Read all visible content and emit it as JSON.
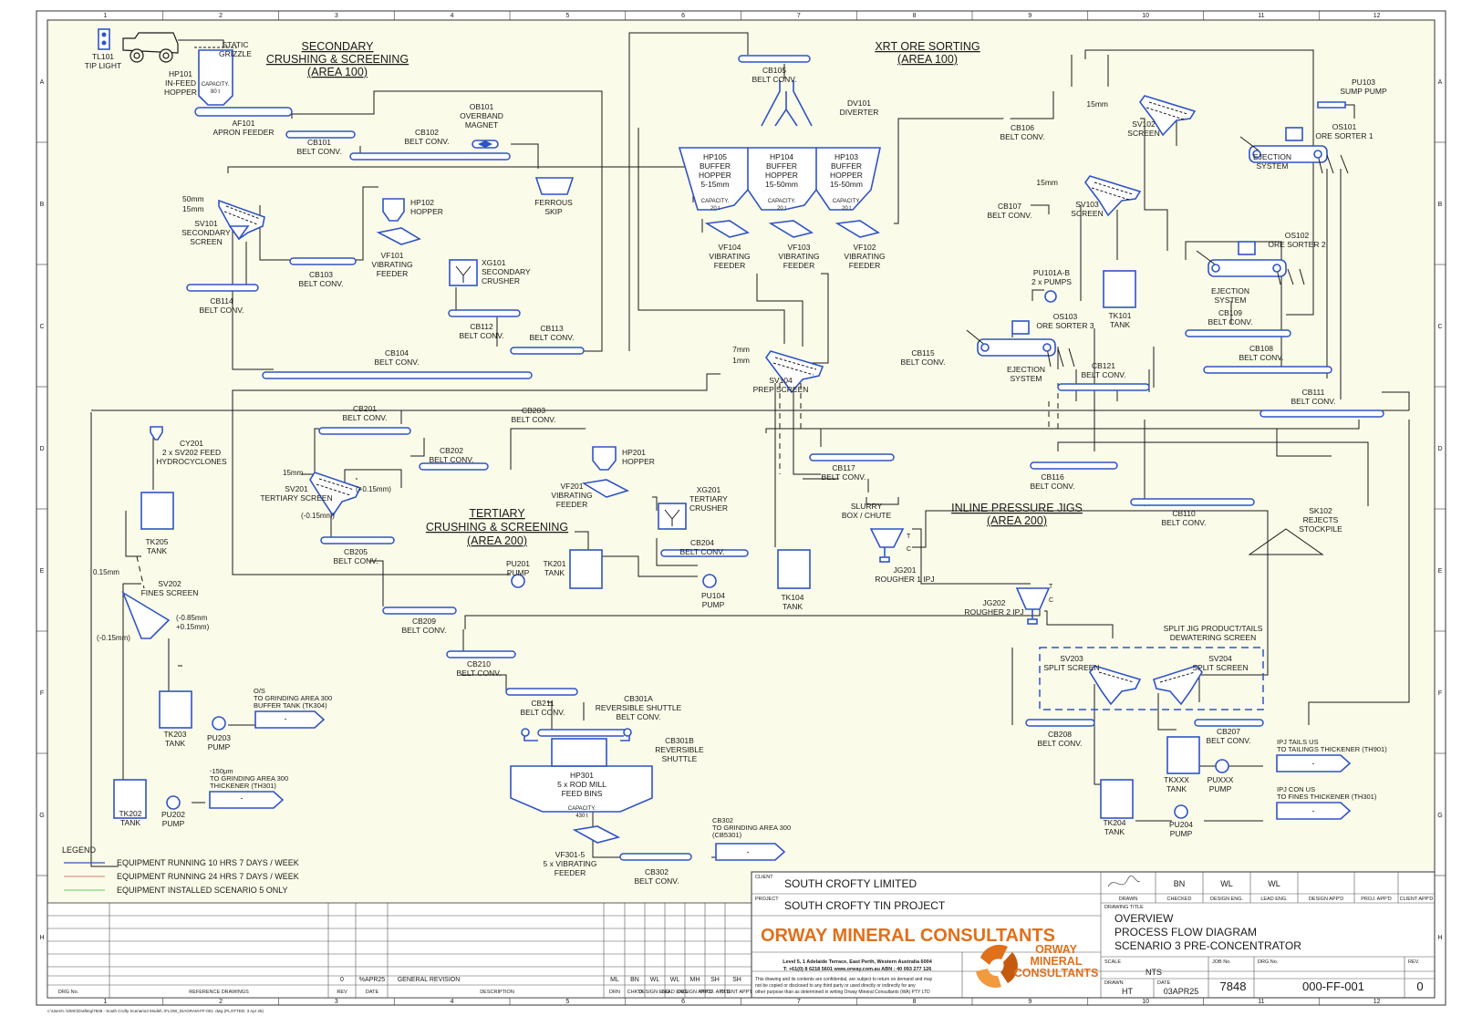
{
  "border": {
    "columns": [
      "1",
      "2",
      "3",
      "4",
      "5",
      "6",
      "7",
      "8",
      "9",
      "10",
      "11",
      "12"
    ],
    "rows": [
      "A",
      "B",
      "C",
      "D",
      "E",
      "F",
      "G",
      "H"
    ]
  },
  "sections": {
    "secondary_title": "SECONDARY",
    "secondary_title2": "CRUSHING & SCREENING",
    "secondary_area": "(AREA 100)",
    "xrt_title": "XRT ORE SORTING",
    "xrt_area": "(AREA 100)",
    "tertiary_title": "TERTIARY",
    "tertiary_title2": "CRUSHING & SCREENING",
    "tertiary_area": "(AREA 200)",
    "jigs_title": "INLINE PRESSURE JIGS",
    "jigs_area": "(AREA 200)"
  },
  "equipment": {
    "tl101": [
      "TL101",
      "TIP LIGHT"
    ],
    "grizzle": [
      "STATIC",
      "GRIZZLE"
    ],
    "hp101": [
      "HP101",
      "IN-FEED",
      "HOPPER"
    ],
    "hp101_cap": [
      "CAPACITY.",
      "80 t"
    ],
    "af101": [
      "AF101",
      "APRON FEEDER"
    ],
    "cb101": [
      "CB101",
      "BELT CONV."
    ],
    "cb102": [
      "CB102",
      "BELT CONV."
    ],
    "ob101": [
      "OB101",
      "OVERBAND",
      "MAGNET"
    ],
    "ferrous": [
      "FERROUS",
      "SKIP"
    ],
    "sv101": [
      "SV101",
      "SECONDARY",
      "SCREEN"
    ],
    "sv101_sizes": [
      "50mm",
      "15mm"
    ],
    "cb103": [
      "CB103",
      "BELT CONV."
    ],
    "hp102": [
      "HP102",
      "HOPPER"
    ],
    "vf101": [
      "VF101",
      "VIBRATING",
      "FEEDER"
    ],
    "xg101": [
      "XG101",
      "SECONDARY",
      "CRUSHER"
    ],
    "cb114": [
      "CB114",
      "BELT CONV."
    ],
    "cb112": [
      "CB112",
      "BELT CONV."
    ],
    "cb113": [
      "CB113",
      "BELT CONV."
    ],
    "cb104": [
      "CB104",
      "BELT CONV."
    ],
    "cb105": [
      "CB105",
      "BELT CONV."
    ],
    "dv101": [
      "DV101",
      "DIVERTER"
    ],
    "hp105": [
      "HP105",
      "BUFFER",
      "HOPPER",
      "5-15mm"
    ],
    "hp104": [
      "HP104",
      "BUFFER",
      "HOPPER",
      "15-50mm"
    ],
    "hp103": [
      "HP103",
      "BUFFER",
      "HOPPER",
      "15-50mm"
    ],
    "hopper_cap": [
      "CAPACITY.",
      "20 t"
    ],
    "vf104": [
      "VF104",
      "VIBRATING",
      "FEEDER"
    ],
    "vf103": [
      "VF103",
      "VIBRATING",
      "FEEDER"
    ],
    "vf102": [
      "VF102",
      "VIBRATING",
      "FEEDER"
    ],
    "cb106": [
      "CB106",
      "BELT CONV."
    ],
    "cb107": [
      "CB107",
      "BELT CONV."
    ],
    "sv102": [
      "SV102",
      "SCREEN"
    ],
    "sv103": [
      "SV103",
      "SCREEN"
    ],
    "size_15": "15mm",
    "pu103": [
      "PU103",
      "SUMP PUMP"
    ],
    "os101": [
      "OS101",
      "ORE SORTER 1"
    ],
    "ejection": [
      "EJECTION",
      "SYSTEM"
    ],
    "os102": [
      "OS102",
      "ORE SORTER 2"
    ],
    "os103": [
      "OS103",
      "ORE SORTER 3"
    ],
    "pu101": [
      "PU101A-B",
      "2 x PUMPS"
    ],
    "tk101": [
      "TK101",
      "TANK"
    ],
    "cb109": [
      "CB109",
      "BELT CONV."
    ],
    "cb108": [
      "CB108",
      "BELT CONV."
    ],
    "cb111": [
      "CB111",
      "BELT CONV."
    ],
    "cb121": [
      "CB121",
      "BELT CONV."
    ],
    "cb115": [
      "CB115",
      "BELT CONV."
    ],
    "sv104": [
      "SV104",
      "PREP SCREEN"
    ],
    "sv104_sizes": [
      "7mm",
      "1mm"
    ],
    "cb201": [
      "CB201",
      "BELT CONV."
    ],
    "cy201": [
      "CY201",
      "2 x SV202 FEED",
      "HYDROCYCLONES"
    ],
    "tk205": [
      "TK205",
      "TANK"
    ],
    "sv201": [
      "SV201",
      "TERTIARY SCREEN"
    ],
    "sv201_sizes": [
      "15mm",
      "(+0.15mm)",
      "(-0.15mm)"
    ],
    "cb202": [
      "CB202",
      "BELT CONV."
    ],
    "cb203": [
      "CB203",
      "BELT CONV."
    ],
    "hp201": [
      "HP201",
      "HOPPER"
    ],
    "vf201": [
      "VF201",
      "VIBRATING",
      "FEEDER"
    ],
    "xg201": [
      "XG201",
      "TERTIARY",
      "CRUSHER"
    ],
    "cb204": [
      "CB204",
      "BELT CONV."
    ],
    "cb205": [
      "CB205",
      "BELT CONV."
    ],
    "pu201": [
      "PU201",
      "PUMP"
    ],
    "tk201": [
      "TK201",
      "TANK"
    ],
    "pu104": [
      "PU104",
      "PUMP"
    ],
    "tk104": [
      "TK104",
      "TANK"
    ],
    "cb117": [
      "CB117",
      "BELT CONV."
    ],
    "slurry": [
      "SLURRY",
      "BOX / CHUTE"
    ],
    "cb116": [
      "CB116",
      "BELT CONV."
    ],
    "cb110": [
      "CB110",
      "BELT CONV."
    ],
    "sk102": [
      "SK102",
      "REJECTS",
      "STOCKPILE"
    ],
    "jg201": [
      "JG201",
      "ROUGHER 1 IPJ"
    ],
    "jg202": [
      "JG202",
      "ROUGHER 2 IPJ"
    ],
    "jig_tc": [
      "T",
      "C"
    ],
    "sv202": [
      "SV202",
      "FINES SCREEN"
    ],
    "sv202_sizes": [
      "0.15mm",
      "(-0.85mm",
      "+0.15mm)",
      "(-0.15mm)"
    ],
    "cb209": [
      "CB209",
      "BELT CONV."
    ],
    "cb210": [
      "CB210",
      "BELT CONV."
    ],
    "split_jig": [
      "SPLIT JIG PRODUCT/TAILS",
      "DEWATERING SCREEN"
    ],
    "sv203": [
      "SV203",
      "SPLIT SCREEN"
    ],
    "sv204": [
      "SV204",
      "SPLIT SCREEN"
    ],
    "cb211": [
      "CB211",
      "BELT CONV."
    ],
    "cb301a": [
      "CB301A",
      "REVERSIBLE SHUTTLE",
      "BELT CONV."
    ],
    "cb301b": [
      "CB301B",
      "REVERSIBLE",
      "SHUTTLE"
    ],
    "hp301": [
      "HP301",
      "5 x ROD MILL",
      "FEED BINS"
    ],
    "hp301_cap": [
      "CAPACITY.",
      "430 t"
    ],
    "vf301": [
      "VF301-5",
      "5 x VIBRATING",
      "FEEDER"
    ],
    "cb302": [
      "CB302",
      "BELT CONV."
    ],
    "cb302_dest": [
      "CB302",
      "TO GRINDING AREA 300",
      "(CB5301)"
    ],
    "tk203": [
      "TK203",
      "TANK"
    ],
    "pu203": [
      "PU203",
      "PUMP"
    ],
    "os_dest": [
      "O/S",
      "TO GRINDING AREA 300",
      "BUFFER TANK (TK304)"
    ],
    "tk202": [
      "TK202",
      "TANK"
    ],
    "pu202": [
      "PU202",
      "PUMP"
    ],
    "fines_dest": [
      "-150μm",
      "TO GRINDING AREA 300",
      "THICKENER (TH301)"
    ],
    "cb208": [
      "CB208",
      "BELT CONV."
    ],
    "cb207": [
      "CB207",
      "BELT CONV."
    ],
    "tkxxx": [
      "TKXXX",
      "TANK"
    ],
    "puxxx": [
      "PUXXX",
      "PUMP"
    ],
    "tails_dest": [
      "IPJ TAILS US",
      "TO TAILINGS THICKENER (TH901)"
    ],
    "con_dest": [
      "IPJ CON US",
      "TO FINES THICKENER (TH301)"
    ],
    "tk204": [
      "TK204",
      "TANK"
    ],
    "pu204": [
      "PU204",
      "PUMP"
    ],
    "dash": "-"
  },
  "legend": {
    "title": "LEGEND",
    "items": [
      {
        "label": "EQUIPMENT RUNNING 10 HRS 7 DAYS / WEEK",
        "color": "#2f54c4"
      },
      {
        "label": "EQUIPMENT RUNNING 24 HRS 7 DAYS / WEEK",
        "color": "#d79a8a"
      },
      {
        "label": "EQUIPMENT INSTALLED SCENARIO 5 ONLY",
        "color": "#7fd67f"
      }
    ]
  },
  "titleblock": {
    "client_label": "CLIENT",
    "client": "SOUTH CROFTY LIMITED",
    "project_label": "PROJECT",
    "project": "SOUTH CROFTY TIN PROJECT",
    "company": "ORWAY MINERAL CONSULTANTS",
    "address": "Level 5, 1 Adelaide Terrace, East Perth, Western Australia 6004",
    "contact": "T: +61(0) 8 6218 5601  www.orway.com.au   ABN : 40 093 277 126",
    "disclaimer": [
      "This drawing and its contents are confidential, are subject to return on demand and may",
      "not be copied or disclosed to any third party or used directly or indirectly for any",
      "other purpose than as determined in writing Orway Mineral Consultants (WA) PTY LTD"
    ],
    "logo_text": [
      "ORWAY",
      "MINERAL",
      "CONSULTANTS"
    ],
    "sign_initials": [
      "BN",
      "WL",
      "WL"
    ],
    "sign_roles": [
      "DRAWN",
      "CHECKED",
      "DESIGN ENG.",
      "LEAD ENG.",
      "DESIGN APP'D",
      "PROJ. APP'D",
      "CLIENT APP'D"
    ],
    "drawing_title_label": "DRAWING TITLE",
    "drawing_title": [
      "OVERVIEW",
      "PROCESS FLOW DIAGRAM",
      "SCENARIO 3 PRE-CONCENTRATOR"
    ],
    "scale_label": "SCALE",
    "scale": "NTS",
    "job_label": "JOB No.",
    "job": "7848",
    "drg_label": "DRG No.",
    "drg": "000-FF-001",
    "rev_label": "REV.",
    "rev": "0",
    "drawn_label": "DRAWN",
    "drawn": "HT",
    "date_label": "DATE",
    "date": "03APR25"
  },
  "revisions": {
    "row": {
      "rev": "0",
      "date": "%APR25",
      "desc": "GENERAL REVISION",
      "sigs": [
        "ML",
        "BN",
        "WL",
        "WL",
        "MH",
        "SH",
        "SH"
      ]
    },
    "footer": [
      "DRG No.",
      "REFERENCE DRAWINGS",
      "REV",
      "DATE",
      "DESCRIPTION",
      "DRN",
      "CHK'D",
      "DESIGN ENG.",
      "LEAD ENG.",
      "DESIGN APP'D",
      "PROJ. APP'D",
      "CLIENT APP'D"
    ]
  },
  "file_path": "c:\\Users\\..\\OMC\\Drafting\\7848 - South Crofty Scenario3 Model\\..\\FLOW_DIAGRAM-FF-001 .dwg (PLOTTED: 3 Apr 25)"
}
